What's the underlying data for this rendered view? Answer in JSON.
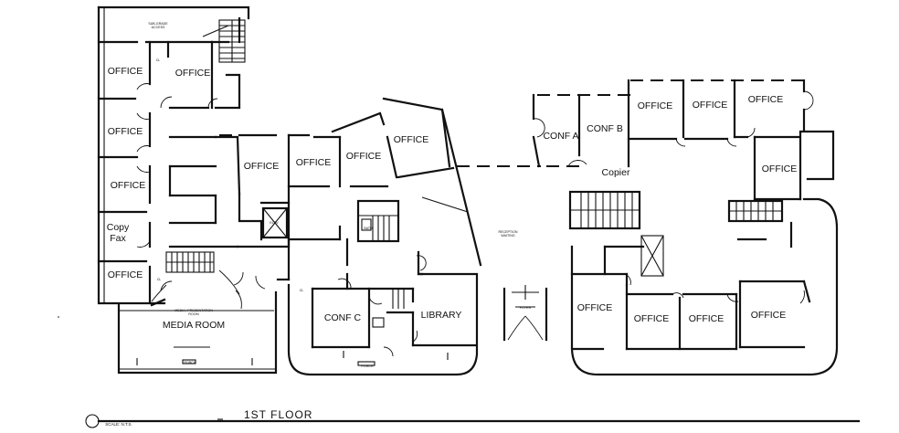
{
  "rooms": [
    {
      "key": "office_1",
      "label": "OFFICE"
    },
    {
      "key": "office_2",
      "label": "OFFICE"
    },
    {
      "key": "office_3",
      "label": "OFFICE"
    },
    {
      "key": "office_4",
      "label": "OFFICE"
    },
    {
      "key": "copy_fax",
      "label": "Copy\nFax"
    },
    {
      "key": "office_5",
      "label": "OFFICE"
    },
    {
      "key": "office_6",
      "label": "OFFICE"
    },
    {
      "key": "office_7",
      "label": "OFFICE"
    },
    {
      "key": "office_8",
      "label": "OFFICE"
    },
    {
      "key": "office_9",
      "label": "OFFICE"
    },
    {
      "key": "media_room",
      "label": "MEDIA ROOM"
    },
    {
      "key": "conf_c",
      "label": "CONF C"
    },
    {
      "key": "library",
      "label": "LIBRARY"
    },
    {
      "key": "conf_a",
      "label": "CONF A"
    },
    {
      "key": "conf_b",
      "label": "CONF B"
    },
    {
      "key": "copier",
      "label": "Copier"
    },
    {
      "key": "office_10",
      "label": "OFFICE"
    },
    {
      "key": "office_11",
      "label": "OFFICE"
    },
    {
      "key": "office_12",
      "label": "OFFICE"
    },
    {
      "key": "office_13",
      "label": "OFFICE"
    },
    {
      "key": "office_14",
      "label": "OFFICE"
    },
    {
      "key": "office_15",
      "label": "OFFICE"
    },
    {
      "key": "office_16",
      "label": "OFFICE"
    },
    {
      "key": "office_17",
      "label": "OFFICE"
    }
  ],
  "small_labels": [
    {
      "key": "sub_grade",
      "label": "SUB-GRADE\nACCESS"
    },
    {
      "key": "cl_1",
      "label": "CL"
    },
    {
      "key": "elev_1",
      "label": "ELEV"
    },
    {
      "key": "bath_1",
      "label": "BATH"
    },
    {
      "key": "cl_2",
      "label": "CL"
    },
    {
      "key": "media_pres",
      "label": "MEDIA / PRESENTATION\nROOM"
    },
    {
      "key": "porch_1",
      "label": "PORCH"
    },
    {
      "key": "cl_3",
      "label": "CL"
    },
    {
      "key": "porch_2",
      "label": "PORCH"
    },
    {
      "key": "reception",
      "label": "RECEPTION\nWAITING"
    },
    {
      "key": "foyer",
      "label": "FOYER"
    },
    {
      "key": "scale",
      "label": "SCALE: N.T.S."
    }
  ],
  "title": "1ST FLOOR"
}
